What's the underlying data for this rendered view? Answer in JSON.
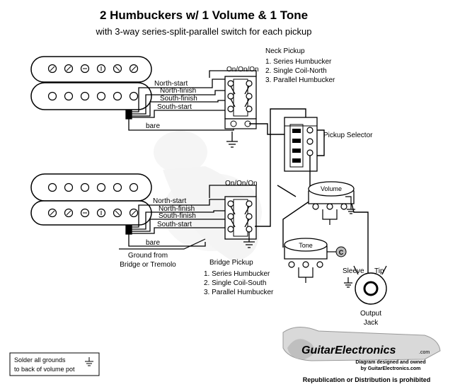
{
  "title": "2 Humbuckers w/ 1 Volume & 1 Tone",
  "subtitle": "with 3-way series-split-parallel switch for each pickup",
  "neck_switch": {
    "label": "On/On/On",
    "pickup_title": "Neck Pickup",
    "positions": [
      "1. Series Humbucker",
      "2. Single Coil-North",
      "3. Parallel Humbucker"
    ]
  },
  "bridge_switch": {
    "label": "On/On/On",
    "pickup_title": "Bridge Pickup",
    "positions": [
      "1. Series Humbucker",
      "2. Single Coil-South",
      "3. Parallel Humbucker"
    ]
  },
  "pickup_wires": [
    "North-start",
    "North-finish",
    "South-finish",
    "South-start",
    "bare"
  ],
  "pickup_selector": "Pickup Selector",
  "volume_pot": "Volume",
  "tone_pot": "Tone",
  "capacitor_label": "C",
  "ground_note": {
    "line1": "Ground from",
    "line2": "Bridge or Tremolo"
  },
  "jack": {
    "sleeve": "Sleeve",
    "tip": "Tip",
    "line1": "Output",
    "line2": "Jack"
  },
  "solder_note": {
    "line1": "Solder all grounds",
    "line2": "to back of volume pot"
  },
  "logo": {
    "name": "GuitarElectronics",
    "suffix": ".com",
    "line1": "Diagram designed and owned",
    "line2": "by GuitarElectronics.com",
    "notice": "Republication or Distribution is prohibited"
  },
  "colors": {
    "wire": "#000000",
    "neck_coil_fill": "#ffffff",
    "cap": "#bbbbbb",
    "watermark": "#e6e6e6"
  }
}
